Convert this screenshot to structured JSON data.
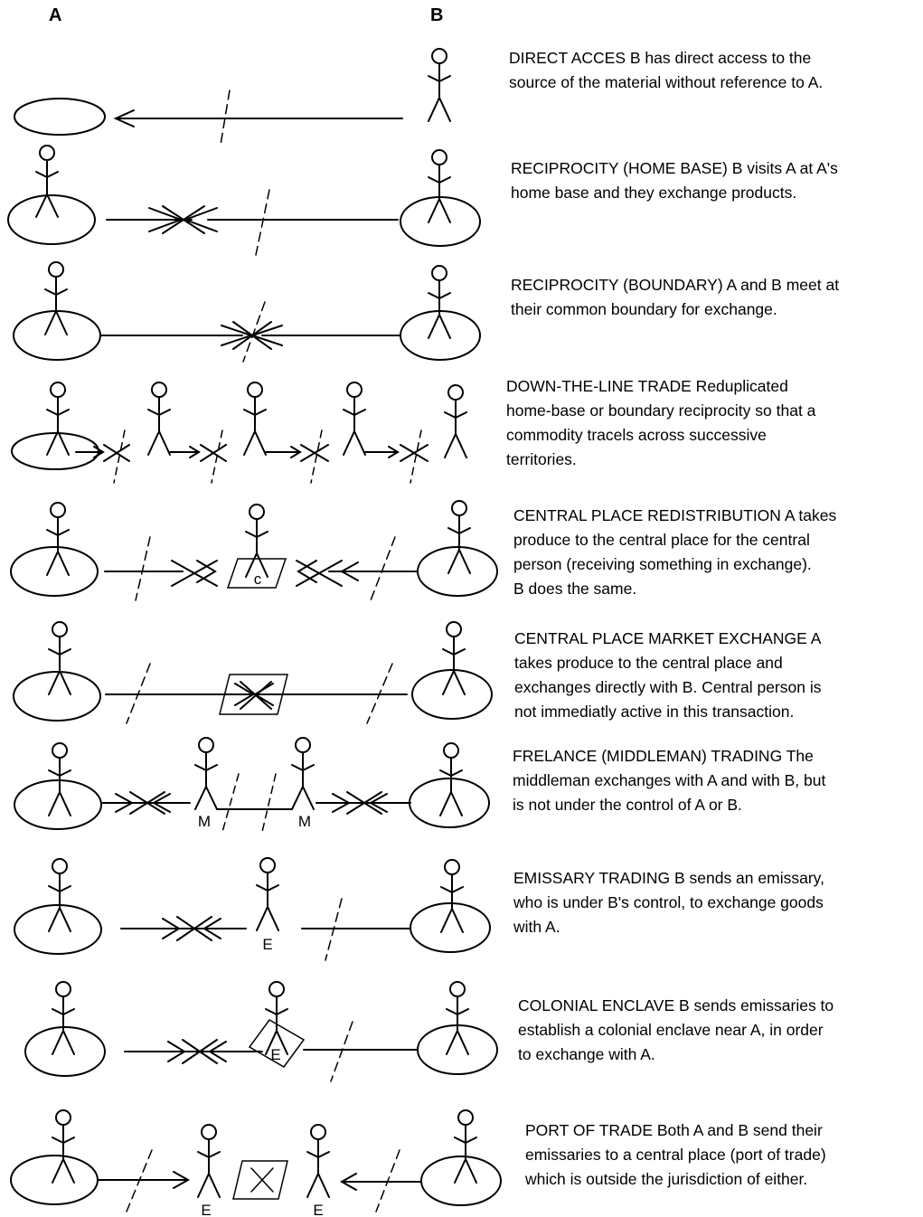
{
  "header": {
    "col_a": "A",
    "col_b": "B"
  },
  "figure_letters": {
    "central": "c",
    "middleman": "M",
    "emissary": "E"
  },
  "rows": [
    {
      "lines": [
        "DIRECT ACCES  B has direct access to the",
        "source of the material without reference to A."
      ]
    },
    {
      "lines": [
        "RECIPROCITY (HOME BASE) B visits A at A's",
        "home base and they exchange products."
      ]
    },
    {
      "lines": [
        "RECIPROCITY (BOUNDARY)  A and B meet at",
        "their common boundary for exchange."
      ]
    },
    {
      "lines": [
        "DOWN-THE-LINE TRADE  Reduplicated",
        "home-base or boundary reciprocity so that a",
        "commodity tracels across successive",
        "territories."
      ]
    },
    {
      "lines": [
        "CENTRAL PLACE REDISTRIBUTION  A takes",
        "produce to the central place for the central",
        "person (receiving something in exchange).",
        "B does the same."
      ]
    },
    {
      "lines": [
        "CENTRAL PLACE MARKET EXCHANGE  A",
        "takes produce to the central place and",
        "exchanges directly with B. Central person is",
        "not immediatly active in this transaction."
      ]
    },
    {
      "lines": [
        "FRELANCE (MIDDLEMAN) TRADING  The",
        "middleman exchanges with A and with B, but",
        "is not under the control of A or B."
      ]
    },
    {
      "lines": [
        "EMISSARY TRADING B sends an emissary,",
        "who is under B's control, to exchange goods",
        "with A."
      ]
    },
    {
      "lines": [
        "COLONIAL ENCLAVE  B sends emissaries to",
        "establish a colonial enclave near A, in order",
        "to exchange with A."
      ]
    },
    {
      "lines": [
        "PORT OF TRADE  Both A and B send their",
        "emissaries to a central place (port of trade)",
        "which is outside the jurisdiction of either."
      ]
    }
  ]
}
